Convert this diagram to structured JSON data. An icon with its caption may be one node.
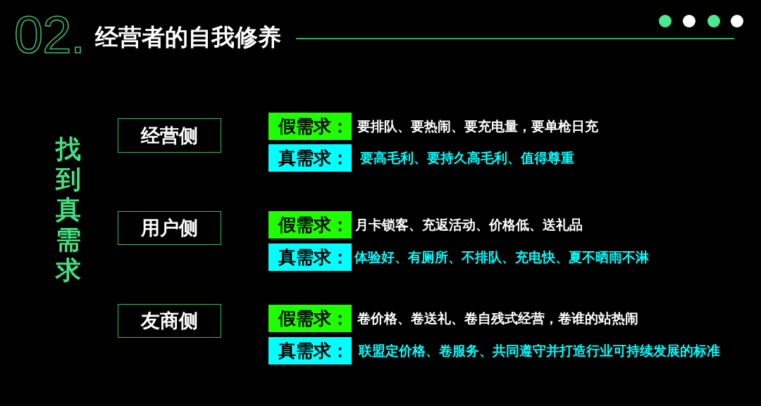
{
  "diagram": {
    "title": "经营者的自我修养",
    "nodes": [
      {
        "text": [
          "经营侧"
        ]
      },
      {
        "text": [
          "假需求："
        ],
        "beside": [
          "要排队、要热闹、要充电量，要单枪日充"
        ]
      },
      {
        "text": [
          "真需求："
        ],
        "beside": [
          "要高毛利、要持久高毛利、值得尊重"
        ]
      },
      {
        "text": [
          "用户侧"
        ]
      },
      {
        "text": [
          "假需求："
        ],
        "beside": [
          "月卡锁客、充返活动、价格低、送礼品"
        ]
      },
      {
        "text": [
          "真需求："
        ],
        "beside": [
          "体验好、有厕所、不排队、充电快、夏不晒雨不淋"
        ]
      },
      {
        "text": [
          "友商侧"
        ]
      },
      {
        "text": [
          "假需求："
        ],
        "beside": [
          "卷价格、卷送礼、卷自残式经营，卷谁的站热闹"
        ]
      },
      {
        "text": [
          "真需求："
        ],
        "beside": [
          "联盟定价格、卷服务、共同遵守并打造行业可持续发展的标准"
        ]
      }
    ],
    "labels": [
      "02.",
      "找到真需求"
    ]
  }
}
